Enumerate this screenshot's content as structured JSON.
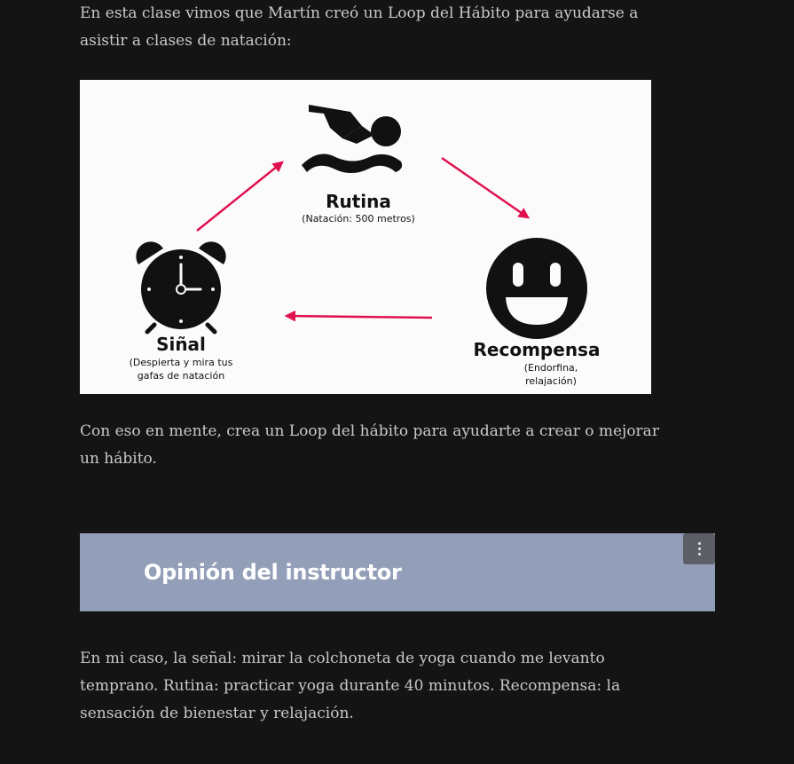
{
  "intro_text": "En esta clase vimos que Martín creó un Loop del Hábito para ayudarse a asistir a clases de natación:",
  "diagram": {
    "routine": {
      "title": "Rutina",
      "subtitle": "(Natación: 500 metros)"
    },
    "reward": {
      "title": "Recompensa",
      "subtitle_line1": "(Endorfina,",
      "subtitle_line2": "relajación)"
    },
    "cue": {
      "title": "Siñal",
      "subtitle_line1": "(Despierta y mira tus",
      "subtitle_line2": "gafas de natación"
    },
    "arrow_color": "#e0114f"
  },
  "mindset_text": "Con eso en mente, crea un Loop del hábito para ayudarte a crear o mejorar un hábito.",
  "instructor_section": {
    "title": "Opinión del instructor",
    "background": "#939fb8",
    "menu_icon": "vertical-dots-icon"
  },
  "instructor_text": "En mi caso, la señal: mirar la colchoneta de yoga cuando me levanto temprano. Rutina: practicar yoga durante 40 minutos. Recompensa: la sensación de bienestar y relajación."
}
